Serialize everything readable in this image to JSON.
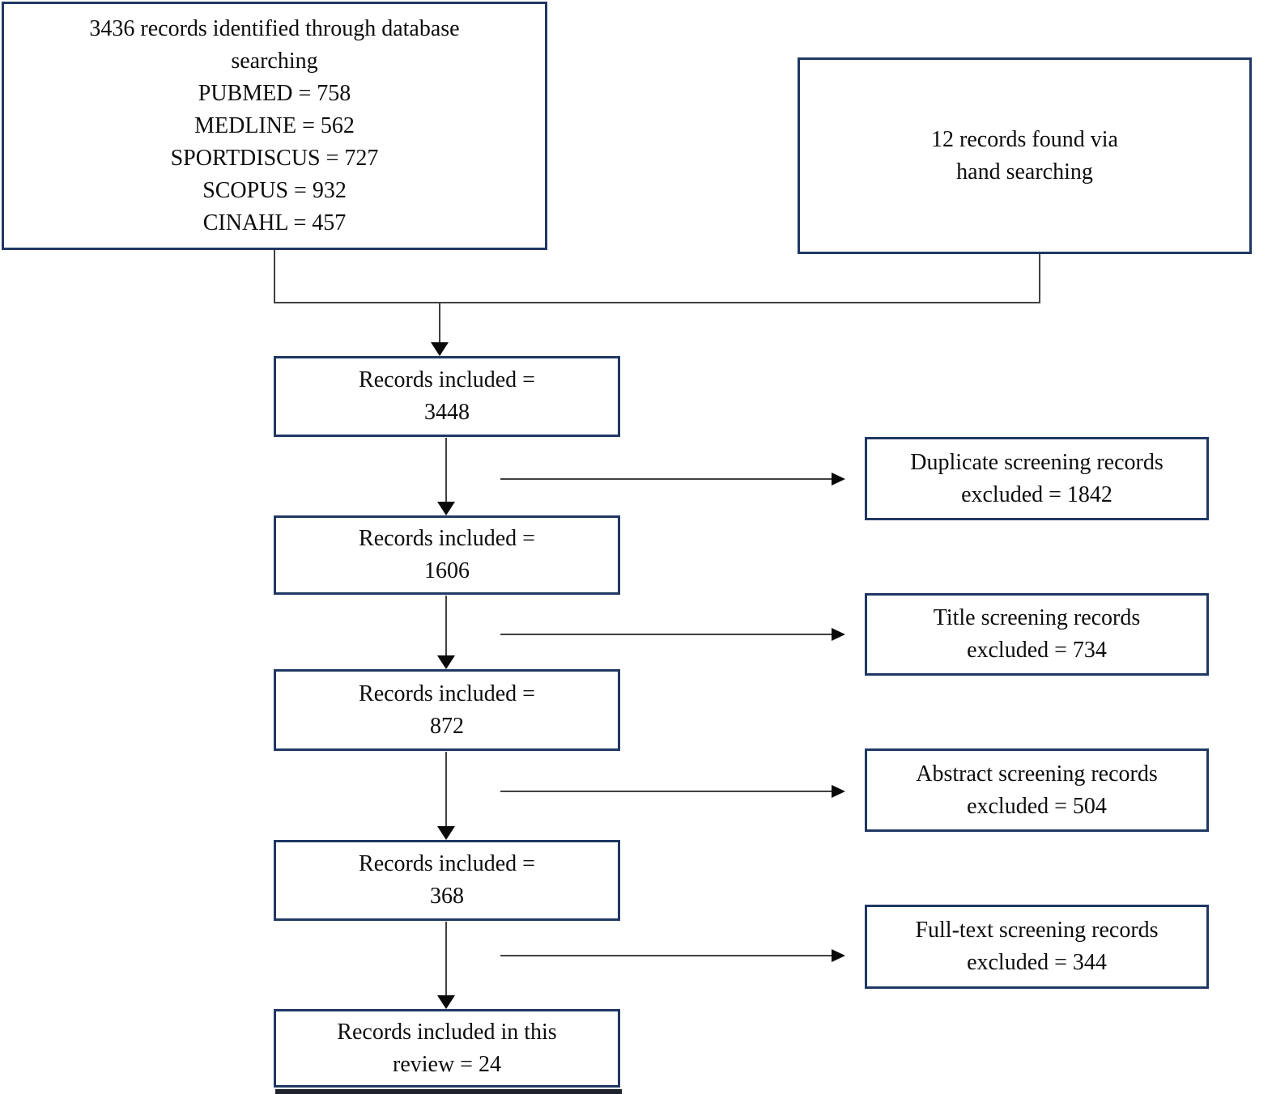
{
  "diagram": {
    "type": "prisma-flowchart",
    "colors": {
      "box_border": "#1f3864",
      "connector_line": "#404040",
      "arrowhead": "#0a0a0a",
      "text": "#0d0d0d",
      "background": "#ffffff",
      "cropped_bottom_bar": "#1d222b"
    },
    "boxes": {
      "database_search": {
        "lines": [
          "3436 records identified through database",
          "searching",
          "PUBMED = 758",
          "MEDLINE = 562",
          "SPORTDISCUS = 727",
          "SCOPUS = 932",
          "CINAHL = 457"
        ]
      },
      "hand_search": {
        "lines": [
          "12 records found via",
          "hand searching"
        ]
      },
      "included_3448": {
        "lines": [
          "Records included =",
          "3448"
        ]
      },
      "included_1606": {
        "lines": [
          "Records included =",
          "1606"
        ]
      },
      "included_872": {
        "lines": [
          "Records included =",
          "872"
        ]
      },
      "included_368": {
        "lines": [
          "Records included =",
          "368"
        ]
      },
      "included_review": {
        "lines": [
          "Records included in this",
          "review = 24"
        ]
      },
      "excluded_duplicate": {
        "lines": [
          "Duplicate screening records",
          "excluded = 1842"
        ]
      },
      "excluded_title": {
        "lines": [
          "Title screening records",
          "excluded = 734"
        ]
      },
      "excluded_abstract": {
        "lines": [
          "Abstract screening records",
          "excluded = 504"
        ]
      },
      "excluded_fulltext": {
        "lines": [
          "Full-text screening records",
          "excluded = 344"
        ]
      }
    }
  }
}
